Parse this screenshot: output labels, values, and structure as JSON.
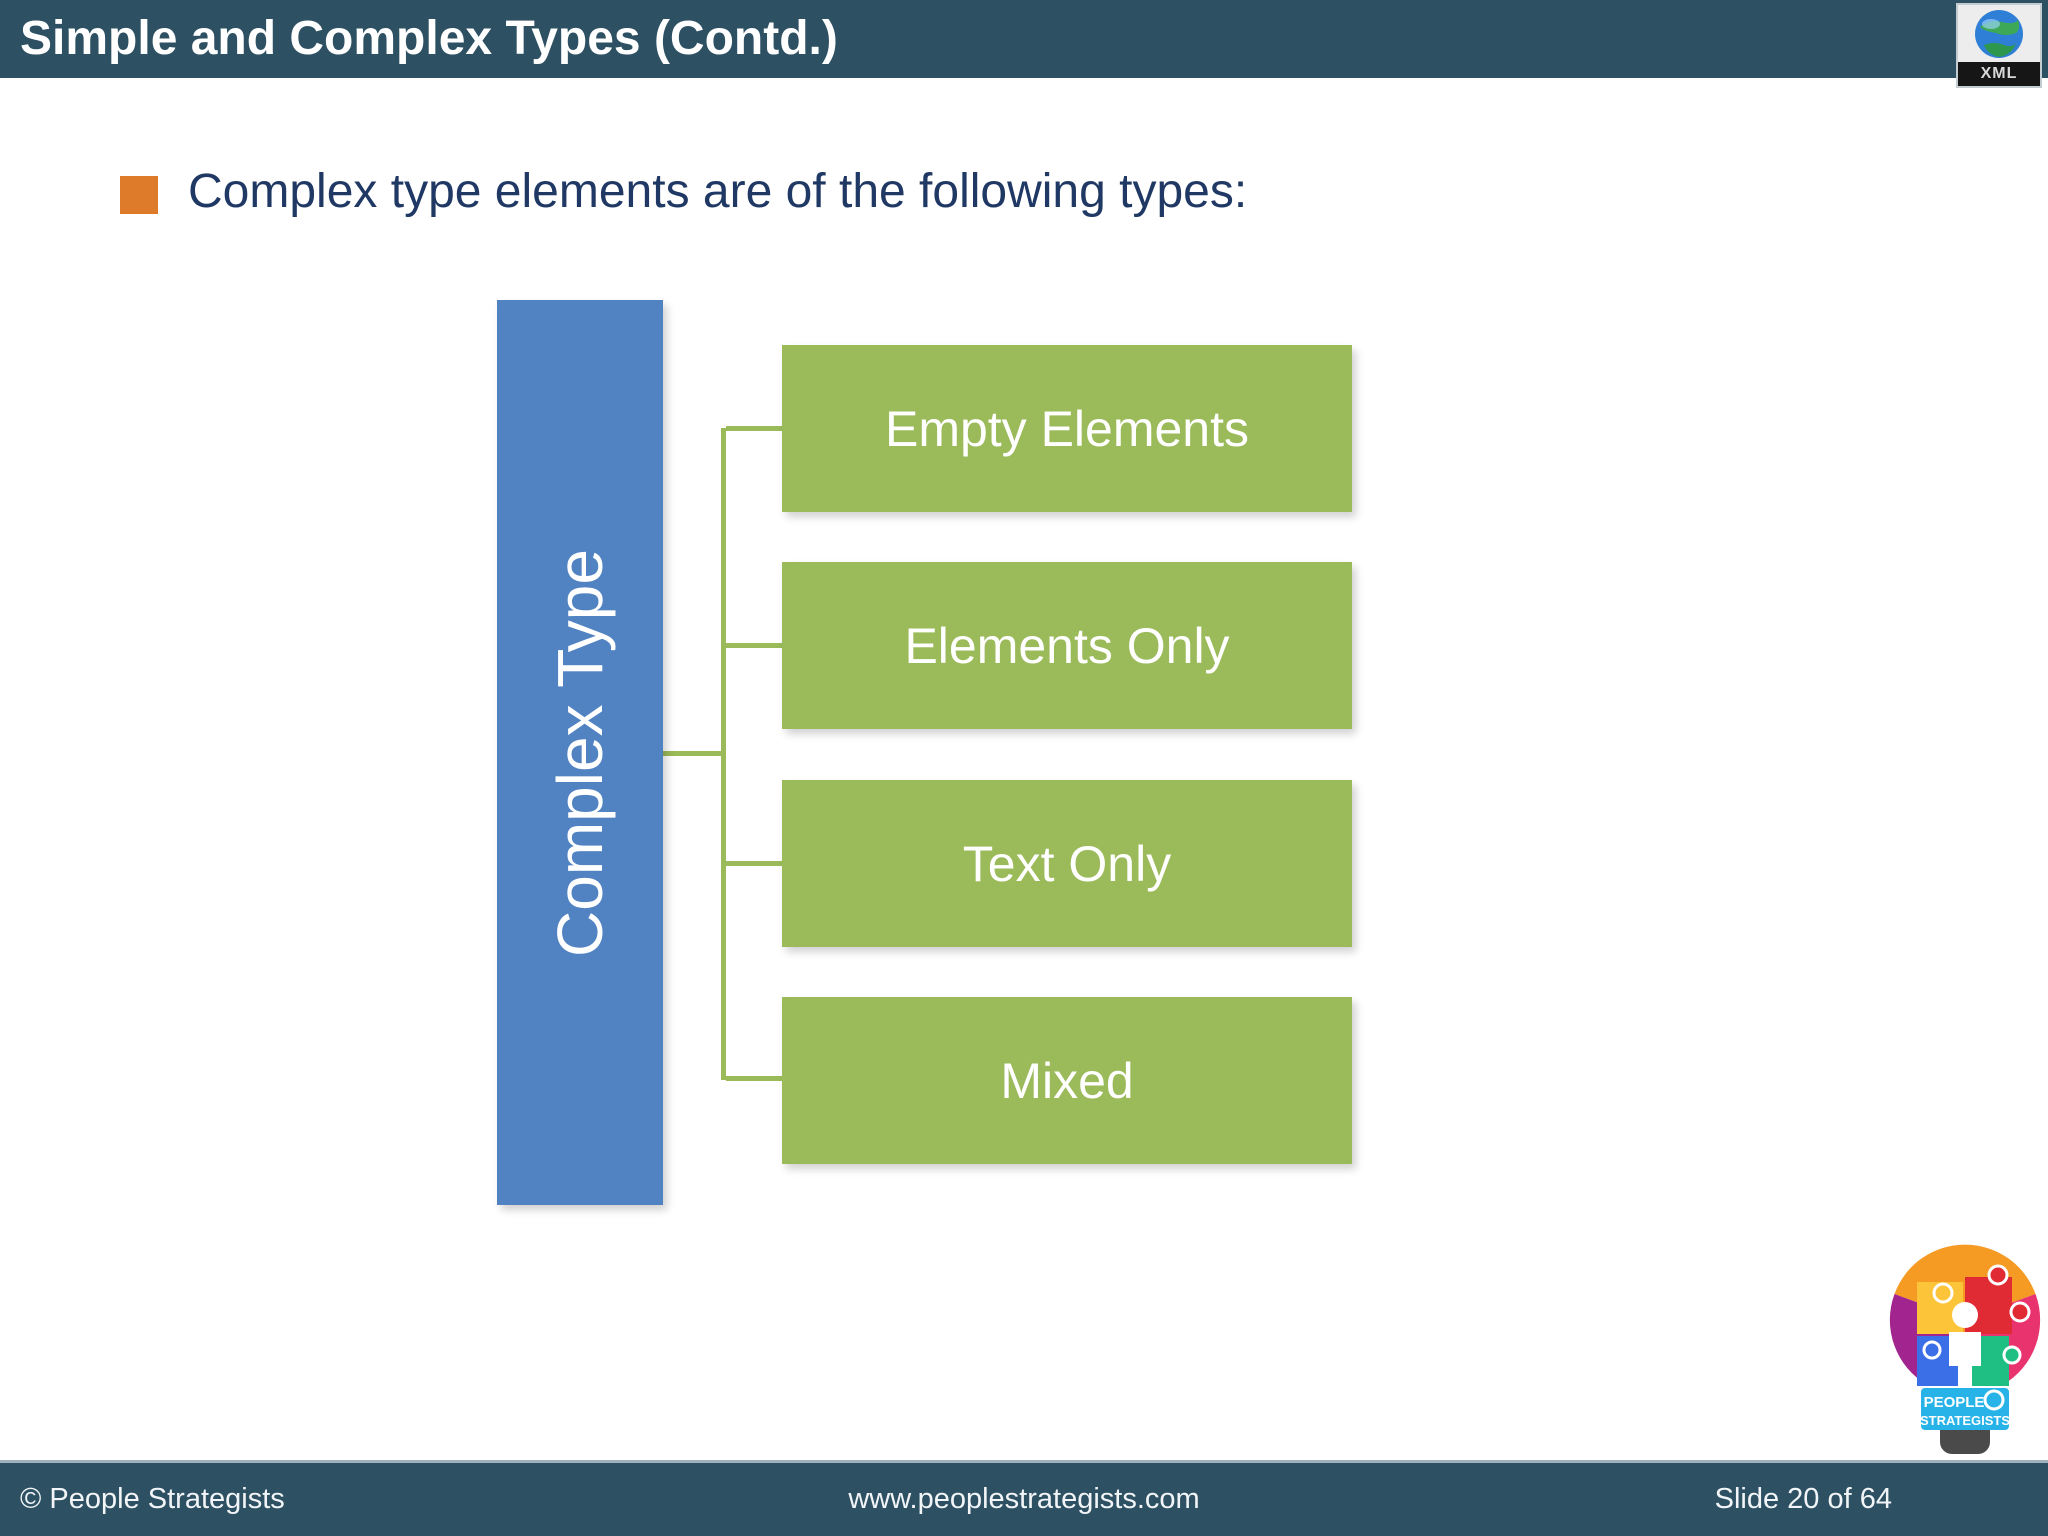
{
  "header": {
    "title": "Simple and Complex Types (Contd.)"
  },
  "xml_badge": {
    "label": "XML",
    "icon": "globe-icon"
  },
  "content": {
    "bullet_text": "Complex type elements are of the following types:"
  },
  "diagram": {
    "type": "hierarchy",
    "root": "Complex Type",
    "children": [
      "Empty Elements",
      "Elements Only",
      "Text Only",
      "Mixed"
    ]
  },
  "logo": {
    "line1": "PEOPLE",
    "line2": "STRATEGISTS"
  },
  "footer": {
    "copyright": "© People Strategists",
    "website": "www.peoplestrategists.com",
    "slide_number": "Slide 20 of 64"
  },
  "colors": {
    "header_bar": "#2D5063",
    "root_box_blue": "#5182C2",
    "child_box_green": "#9BBA59",
    "connector_green": "#9BBA59",
    "bullet_orange": "#DD7B2B",
    "body_text_navy": "#1F3864"
  }
}
